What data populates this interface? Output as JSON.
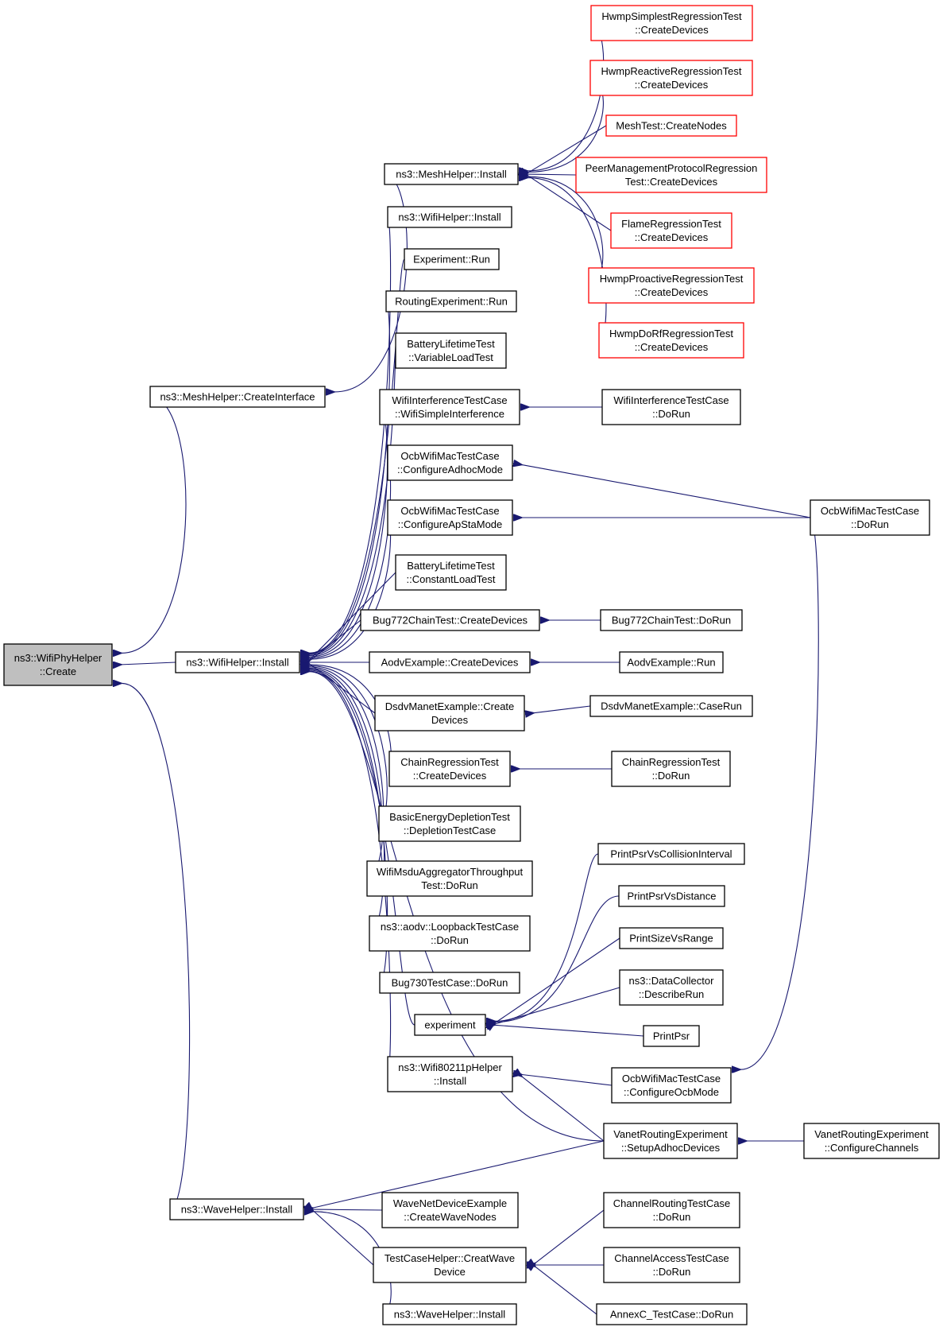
{
  "colors": {
    "edge": "#191970",
    "node_border": "#000000",
    "node_border_truncated": "#ff0000",
    "root_fill": "#bfbfbf",
    "node_fill": "#ffffff"
  },
  "nodes": [
    {
      "id": "root",
      "lines": [
        "ns3::WifiPhyHelper",
        "::Create"
      ],
      "kind": "root"
    },
    {
      "id": "mesh_ci",
      "lines": [
        "ns3::MeshHelper::CreateInterface"
      ]
    },
    {
      "id": "wifi_inst",
      "lines": [
        "ns3::WifiHelper::Install"
      ]
    },
    {
      "id": "wave_inst",
      "lines": [
        "ns3::WaveHelper::Install"
      ]
    },
    {
      "id": "mesh_inst",
      "lines": [
        "ns3::MeshHelper::Install"
      ]
    },
    {
      "id": "wifi_inst2",
      "lines": [
        "ns3::WifiHelper::Install"
      ]
    },
    {
      "id": "exp_run",
      "lines": [
        "Experiment::Run"
      ]
    },
    {
      "id": "rout_run",
      "lines": [
        "RoutingExperiment::Run"
      ]
    },
    {
      "id": "batt_var",
      "lines": [
        "BatteryLifetimeTest",
        "::VariableLoadTest"
      ]
    },
    {
      "id": "wifi_int",
      "lines": [
        "WifiInterferenceTestCase",
        "::WifiSimpleInterference"
      ]
    },
    {
      "id": "ocb_adhoc",
      "lines": [
        "OcbWifiMacTestCase",
        "::ConfigureAdhocMode"
      ]
    },
    {
      "id": "ocb_apsta",
      "lines": [
        "OcbWifiMacTestCase",
        "::ConfigureApStaMode"
      ]
    },
    {
      "id": "batt_const",
      "lines": [
        "BatteryLifetimeTest",
        "::ConstantLoadTest"
      ]
    },
    {
      "id": "bug772_cd",
      "lines": [
        "Bug772ChainTest::CreateDevices"
      ]
    },
    {
      "id": "aodv_cd",
      "lines": [
        "AodvExample::CreateDevices"
      ]
    },
    {
      "id": "dsdv_cd",
      "lines": [
        "DsdvManetExample::Create",
        "Devices"
      ]
    },
    {
      "id": "chain_cd",
      "lines": [
        "ChainRegressionTest",
        "::CreateDevices"
      ]
    },
    {
      "id": "basic_energy",
      "lines": [
        "BasicEnergyDepletionTest",
        "::DepletionTestCase"
      ]
    },
    {
      "id": "msdu",
      "lines": [
        "WifiMsduAggregatorThroughput",
        "Test::DoRun"
      ]
    },
    {
      "id": "aodv_loop",
      "lines": [
        "ns3::aodv::LoopbackTestCase",
        "::DoRun"
      ]
    },
    {
      "id": "bug730",
      "lines": [
        "Bug730TestCase::DoRun"
      ]
    },
    {
      "id": "experiment",
      "lines": [
        "experiment"
      ]
    },
    {
      "id": "w80211p",
      "lines": [
        "ns3::Wifi80211pHelper",
        "::Install"
      ]
    },
    {
      "id": "wave_nd",
      "lines": [
        "WaveNetDeviceExample",
        "::CreateWaveNodes"
      ]
    },
    {
      "id": "tch_cwd",
      "lines": [
        "TestCaseHelper::CreatWave",
        "Device"
      ]
    },
    {
      "id": "wave_inst2",
      "lines": [
        "ns3::WaveHelper::Install"
      ]
    },
    {
      "id": "hwmp_simplest",
      "lines": [
        "HwmpSimplestRegressionTest",
        "::CreateDevices"
      ],
      "kind": "truncated"
    },
    {
      "id": "hwmp_reactive",
      "lines": [
        "HwmpReactiveRegressionTest",
        "::CreateDevices"
      ],
      "kind": "truncated"
    },
    {
      "id": "meshtest",
      "lines": [
        "MeshTest::CreateNodes"
      ],
      "kind": "truncated"
    },
    {
      "id": "peer_mgmt",
      "lines": [
        "PeerManagementProtocolRegression",
        "Test::CreateDevices"
      ],
      "kind": "truncated"
    },
    {
      "id": "flame",
      "lines": [
        "FlameRegressionTest",
        "::CreateDevices"
      ],
      "kind": "truncated"
    },
    {
      "id": "hwmp_proactive",
      "lines": [
        "HwmpProactiveRegressionTest",
        "::CreateDevices"
      ],
      "kind": "truncated"
    },
    {
      "id": "hwmp_dorf",
      "lines": [
        "HwmpDoRfRegressionTest",
        "::CreateDevices"
      ],
      "kind": "truncated"
    },
    {
      "id": "wifi_int_dorun",
      "lines": [
        "WifiInterferenceTestCase",
        "::DoRun"
      ]
    },
    {
      "id": "bug772_dorun",
      "lines": [
        "Bug772ChainTest::DoRun"
      ]
    },
    {
      "id": "aodv_run",
      "lines": [
        "AodvExample::Run"
      ]
    },
    {
      "id": "dsdv_caserun",
      "lines": [
        "DsdvManetExample::CaseRun"
      ]
    },
    {
      "id": "chain_dorun",
      "lines": [
        "ChainRegressionTest",
        "::DoRun"
      ]
    },
    {
      "id": "psr_coll",
      "lines": [
        "PrintPsrVsCollisionInterval"
      ]
    },
    {
      "id": "psr_dist",
      "lines": [
        "PrintPsrVsDistance"
      ]
    },
    {
      "id": "size_range",
      "lines": [
        "PrintSizeVsRange"
      ]
    },
    {
      "id": "datacoll",
      "lines": [
        "ns3::DataCollector",
        "::DescribeRun"
      ]
    },
    {
      "id": "printpsr",
      "lines": [
        "PrintPsr"
      ]
    },
    {
      "id": "ocb_ocbmode",
      "lines": [
        "OcbWifiMacTestCase",
        "::ConfigureOcbMode"
      ]
    },
    {
      "id": "vanet_adhoc",
      "lines": [
        "VanetRoutingExperiment",
        "::SetupAdhocDevices"
      ]
    },
    {
      "id": "chan_routing",
      "lines": [
        "ChannelRoutingTestCase",
        "::DoRun"
      ]
    },
    {
      "id": "chan_access",
      "lines": [
        "ChannelAccessTestCase",
        "::DoRun"
      ]
    },
    {
      "id": "annexc",
      "lines": [
        "AnnexC_TestCase::DoRun"
      ]
    },
    {
      "id": "ocb_dorun",
      "lines": [
        "OcbWifiMacTestCase",
        "::DoRun"
      ]
    },
    {
      "id": "vanet_channels",
      "lines": [
        "VanetRoutingExperiment",
        "::ConfigureChannels"
      ]
    }
  ]
}
